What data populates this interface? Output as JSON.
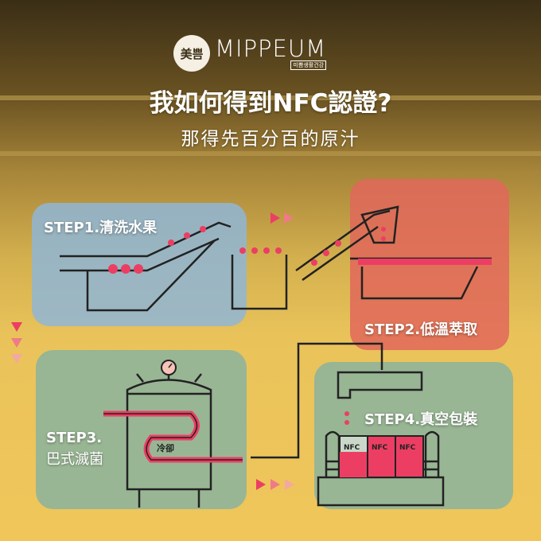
{
  "logo": {
    "mark": "美쁨",
    "brand": "MIPPEUM",
    "sub": "미쁨생활건강"
  },
  "title": "我如何得到NFC認證?",
  "subtitle": "那得先百分百的原汁",
  "steps": [
    {
      "label": "STEP1.清洗水果",
      "color": "#8fb6d6"
    },
    {
      "label": "STEP2.低溫萃取",
      "color": "#e0675a"
    },
    {
      "label_line1": "STEP3.",
      "label_line2": "巴式滅菌",
      "color": "#8fb49a",
      "coil_label": "冷卻"
    },
    {
      "label": "STEP4.真空包裝",
      "color": "#8fb49a",
      "bottles": [
        "NFC",
        "NFC",
        "NFC"
      ]
    }
  ],
  "colors": {
    "accent": "#ec3e63",
    "line": "#222222"
  }
}
